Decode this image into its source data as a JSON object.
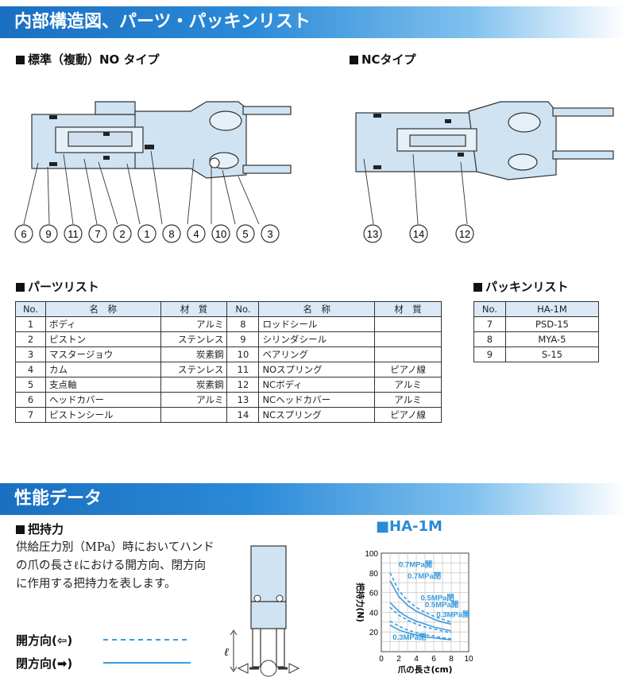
{
  "banner_structure": "内部構造図、パーツ・パッキンリスト",
  "no_type_label": "標準（複動）NO タイプ",
  "nc_type_label": "NCタイプ",
  "no_callouts": [
    "6",
    "9",
    "11",
    "7",
    "2",
    "1",
    "8",
    "4",
    "10",
    "5",
    "3"
  ],
  "nc_callouts": [
    "13",
    "14",
    "12"
  ],
  "parts_label": "パーツリスト",
  "packing_label": "パッキンリスト",
  "parts_headers": [
    "No.",
    "名　称",
    "材　質",
    "No.",
    "名　称",
    "材　質"
  ],
  "parts_rows": [
    [
      "1",
      "ボディ",
      "アルミ",
      "8",
      "ロッドシール",
      ""
    ],
    [
      "2",
      "ピストン",
      "ステンレス",
      "9",
      "シリンダシール",
      ""
    ],
    [
      "3",
      "マスタージョウ",
      "炭素鋼",
      "10",
      "ベアリング",
      ""
    ],
    [
      "4",
      "カム",
      "ステンレス",
      "11",
      "NOスプリング",
      "ピアノ線"
    ],
    [
      "5",
      "支点軸",
      "炭素鋼",
      "12",
      "NCボディ",
      "アルミ"
    ],
    [
      "6",
      "ヘッドカバー",
      "アルミ",
      "13",
      "NCヘッドカバー",
      "アルミ"
    ],
    [
      "7",
      "ピストンシール",
      "",
      "14",
      "NCスプリング",
      "ピアノ線"
    ]
  ],
  "packing_headers": [
    "No.",
    "HA-1M"
  ],
  "packing_rows": [
    [
      "7",
      "PSD-15"
    ],
    [
      "8",
      "MYA-5"
    ],
    [
      "9",
      "S-15"
    ]
  ],
  "banner_performance": "性能データ",
  "grip_label": "把持力",
  "grip_desc": "供給圧力別（MPa）時においてハンドの爪の長さℓにおける開方向、閉方向に作用する把持力を表します。",
  "legend_open": "開方向(⇦)",
  "legend_close": "閉方向(➡)",
  "diagram_l": "ℓ",
  "colors": {
    "accent": "#2a8ad6",
    "body": "#cfe3f2",
    "outline": "#333333",
    "curve": "#3a9be0"
  },
  "chart_data": {
    "type": "line",
    "title": "HA-1M",
    "xlabel": "爪の長さ(cm)",
    "ylabel": "把持力(N)",
    "xlim": [
      0,
      10
    ],
    "ylim": [
      0,
      100
    ],
    "xticks": [
      0,
      2,
      4,
      6,
      8,
      10
    ],
    "yticks": [
      20,
      40,
      60,
      80,
      100
    ],
    "grid": true,
    "series": [
      {
        "name": "0.7MPa開",
        "style": "dashed",
        "x": [
          1,
          2,
          3,
          4,
          5,
          6,
          7,
          8
        ],
        "y": [
          80,
          62,
          52,
          45,
          40,
          36,
          33,
          30
        ]
      },
      {
        "name": "0.7MPa閉",
        "style": "solid",
        "x": [
          1,
          2,
          3,
          4,
          5,
          6,
          7,
          8
        ],
        "y": [
          72,
          56,
          47,
          41,
          37,
          33,
          30,
          28
        ]
      },
      {
        "name": "0.5MPa閉",
        "style": "solid",
        "x": [
          1,
          2,
          3,
          4,
          5,
          6,
          7,
          8
        ],
        "y": [
          50,
          41,
          35,
          31,
          28,
          25,
          23,
          21
        ]
      },
      {
        "name": "0.5MPa開",
        "style": "dashed",
        "x": [
          1,
          2,
          3,
          4,
          5,
          6,
          7,
          8
        ],
        "y": [
          45,
          37,
          32,
          28,
          25,
          23,
          21,
          19
        ]
      },
      {
        "name": "0.3MPa開",
        "style": "dashed",
        "x": [
          1,
          2,
          3,
          4,
          5,
          6,
          7,
          8
        ],
        "y": [
          31,
          26,
          22,
          19,
          17,
          16,
          14,
          13
        ]
      },
      {
        "name": "0.3MPa閉",
        "style": "solid",
        "x": [
          1,
          2,
          3,
          4,
          5,
          6,
          7,
          8
        ],
        "y": [
          27,
          22,
          19,
          17,
          15,
          14,
          13,
          12
        ]
      }
    ]
  }
}
